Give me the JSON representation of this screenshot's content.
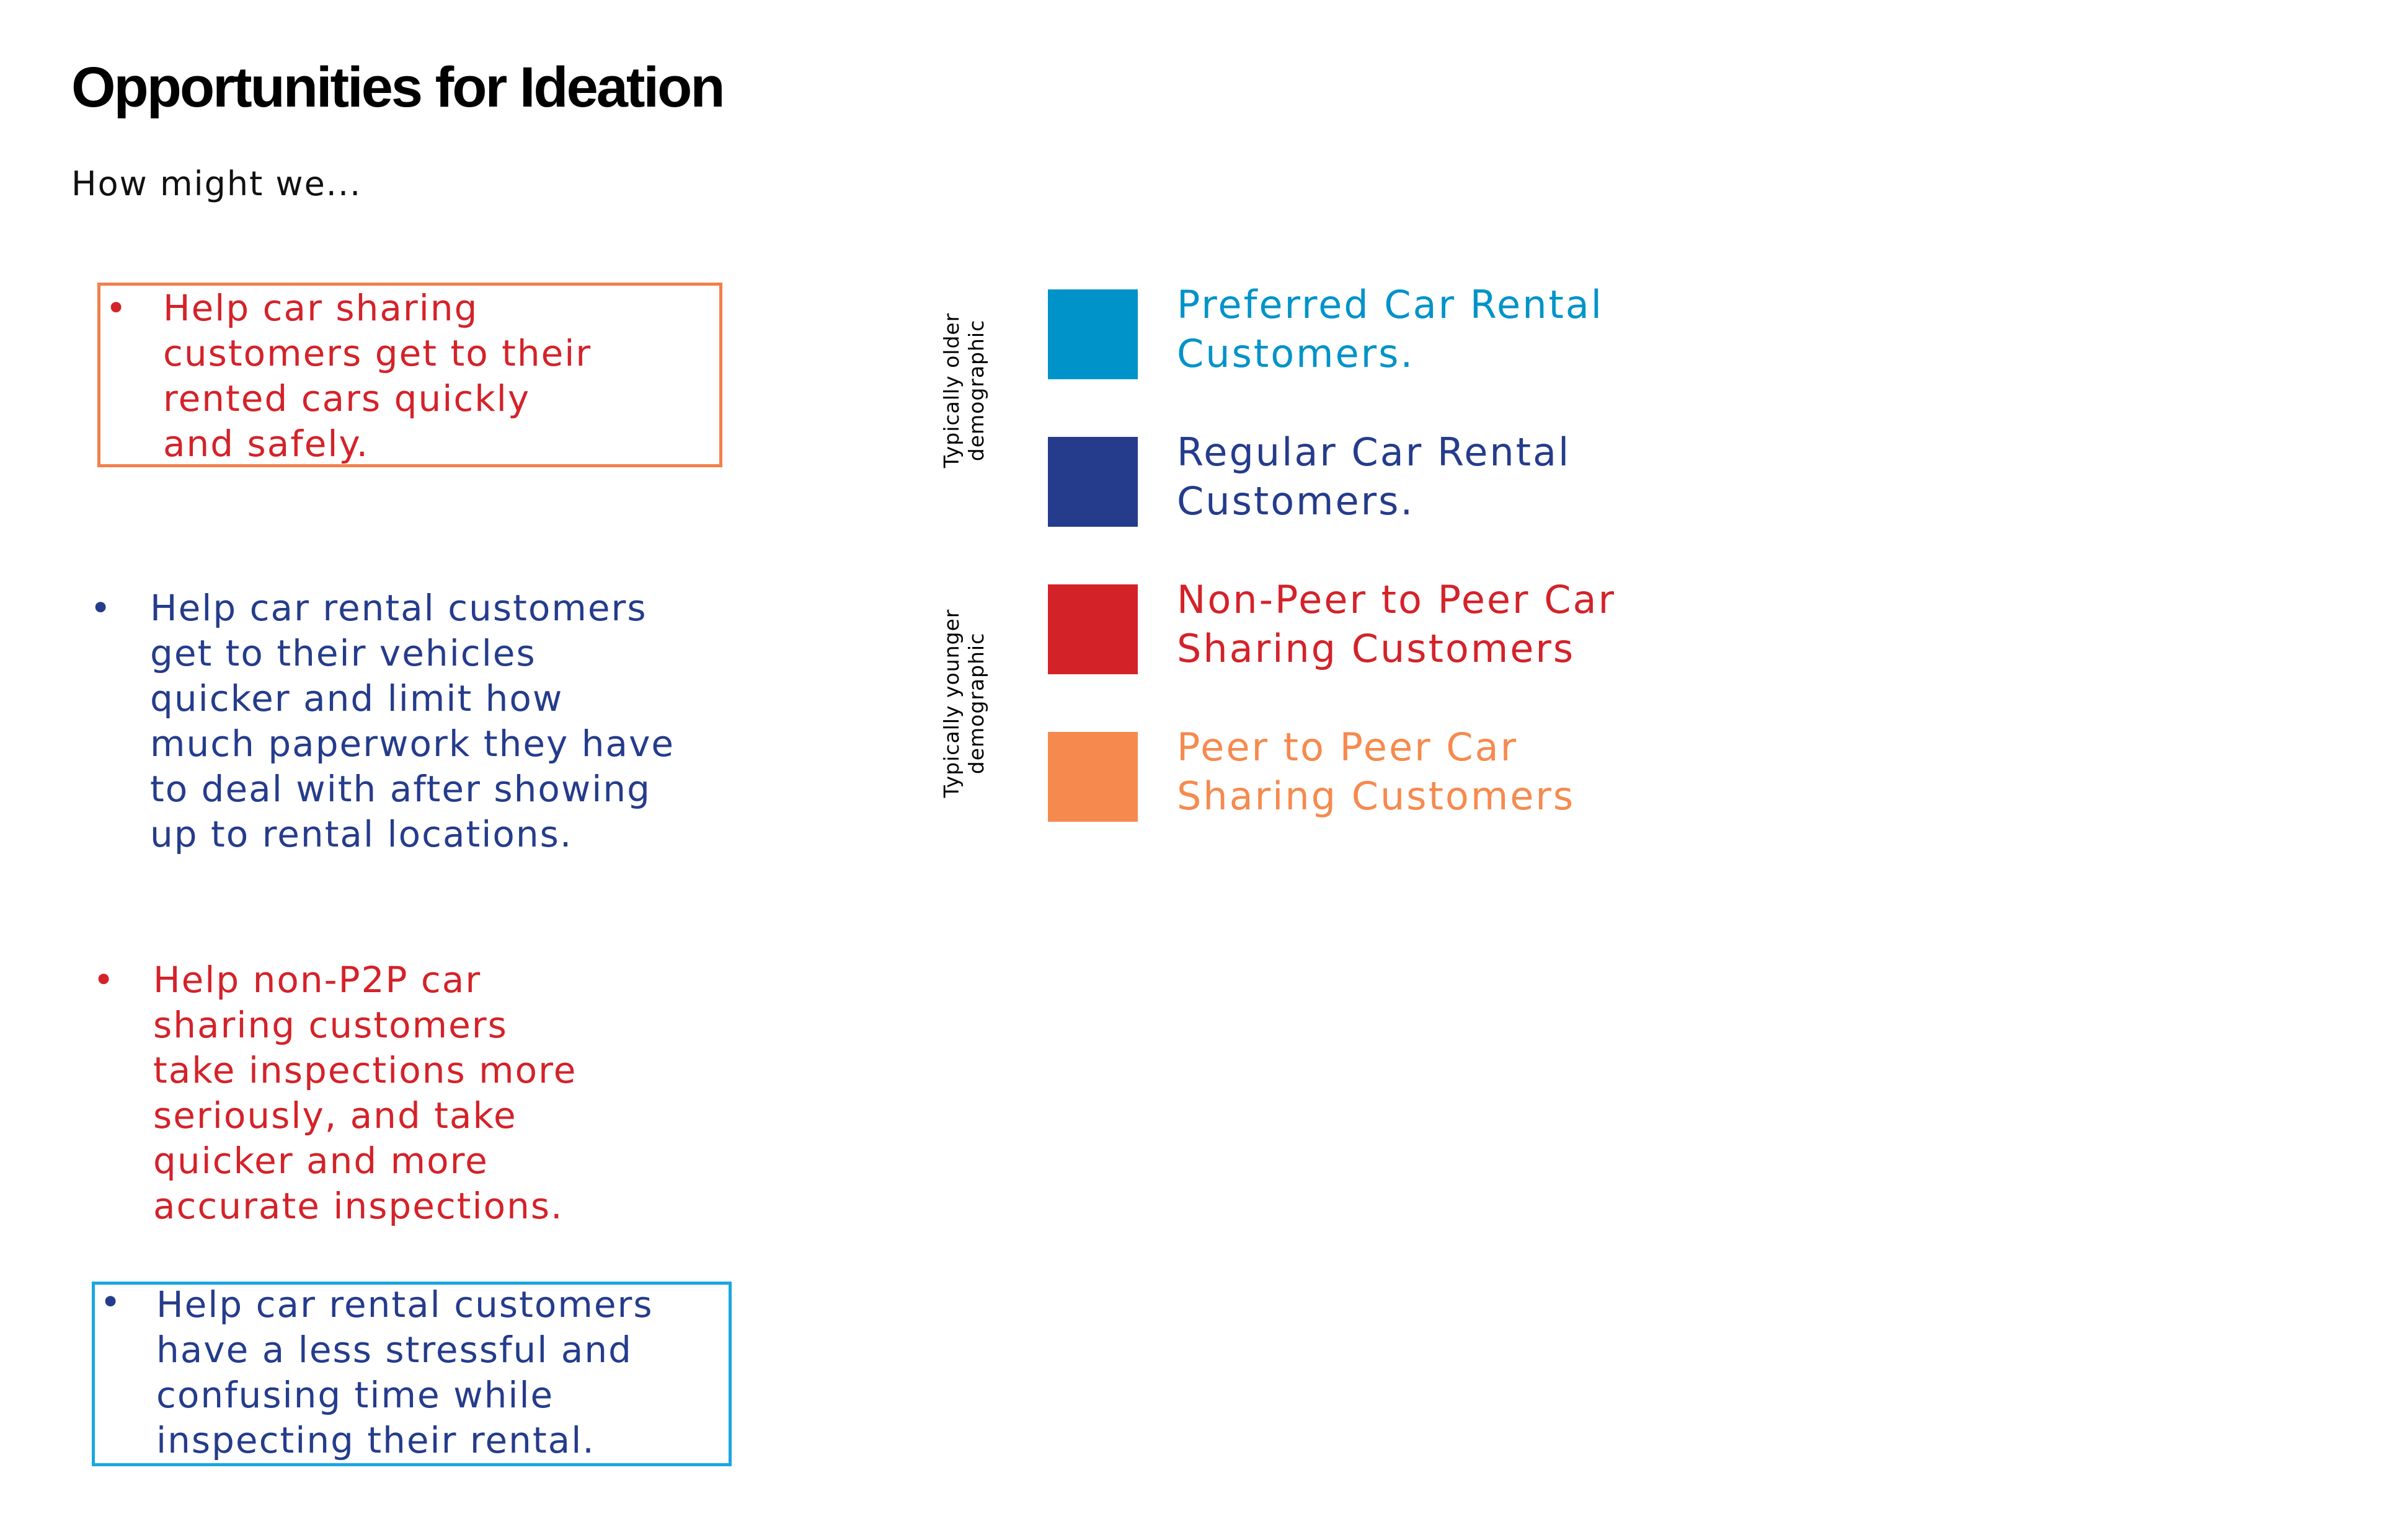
{
  "header": {
    "title": "Opportunities for Ideation",
    "subtitle": "How might we..."
  },
  "opportunities": [
    {
      "bullet": "•",
      "text": "Help car sharing\ncustomers get to their\nrented cars quickly\nand safely.",
      "color": "#d42229",
      "border_color": "#f47f4b"
    },
    {
      "bullet": "•",
      "text": "Help car rental customers\nget to their vehicles\nquicker and limit how\nmuch paperwork they have\nto deal with after showing\nup to rental locations.",
      "color": "#253c8c"
    },
    {
      "bullet": "•",
      "text": "Help non-P2P car\nsharing customers\ntake inspections more\nseriously, and take\nquicker and more\naccurate inspections.",
      "color": "#d42229"
    },
    {
      "bullet": "•",
      "text": "Help car rental customers\nhave a less stressful and\nconfusing time while\ninspecting their rental.",
      "color": "#253c8c",
      "border_color": "#19a7e0"
    }
  ],
  "demographics": {
    "older": "Typically older\ndemographic",
    "younger": "Typically younger\ndemographic"
  },
  "legend": [
    {
      "label": "Preferred Car Rental\nCustomers.",
      "color": "#0093c9"
    },
    {
      "label": "Regular Car Rental\nCustomers.",
      "color": "#253c8c"
    },
    {
      "label": "Non-Peer to Peer Car\nSharing Customers",
      "color": "#d42229"
    },
    {
      "label": "Peer to Peer Car\nSharing Customers",
      "color": "#f68a4e"
    }
  ]
}
